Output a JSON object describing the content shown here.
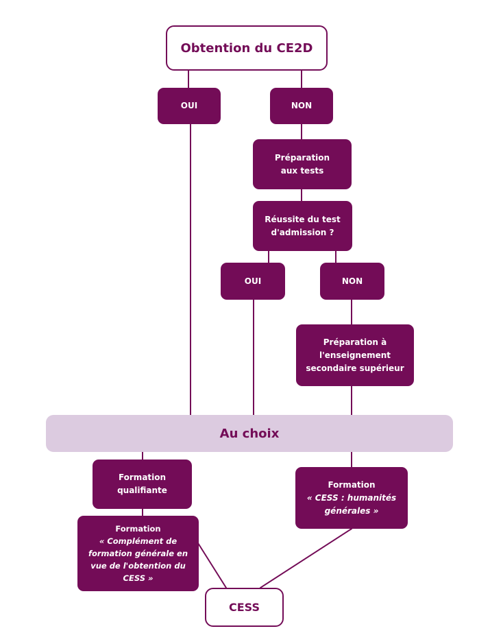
{
  "diagram": {
    "line_color": "#730c57",
    "box_color": "#730c57",
    "band_color": "#dccbe0",
    "nodes": {
      "obtention": "Obtention du CE2D",
      "oui_1": "OUI",
      "non_1": "NON",
      "preparation_tests": "Préparation aux tests",
      "reussite_test": "Réussite du test d'admission ?",
      "oui_2": "OUI",
      "non_2": "NON",
      "preparation_secondaire": "Préparation à l'enseignement secondaire supérieur",
      "au_choix": "Au choix",
      "formation_qualifiante": "Formation qualifiante",
      "complement": {
        "title": "Formation",
        "subtitle": "« Complément de formation générale en vue de l'obtention du CESS »"
      },
      "humanites": {
        "title": "Formation",
        "subtitle": "« CESS : humanités générales »"
      },
      "cess": "CESS"
    }
  }
}
